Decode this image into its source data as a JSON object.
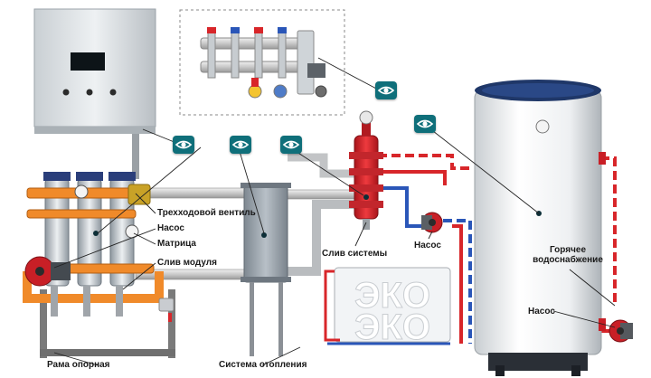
{
  "labels": {
    "three_way_valve": "Трехходовой вентиль",
    "pump_left": "Насос",
    "matrix": "Матрица",
    "module_drain": "Слив модуля",
    "support_frame": "Рама опорная",
    "heating_system": "Система отопления",
    "system_drain": "Слив системы",
    "pump_middle": "Насос",
    "hot_water": "Горячее водоснабжение",
    "pump_right": "Насос",
    "panel_text": "ЭКО ЭКО"
  },
  "icons": {
    "hotspot": "eye-icon"
  },
  "colors": {
    "accent": "#0f6f7a",
    "hot_pipe": "#d8262a",
    "flow_pipe": "#f08a2a",
    "cold_pipe": "#2a56b8",
    "frame": "#7a7a7a"
  }
}
